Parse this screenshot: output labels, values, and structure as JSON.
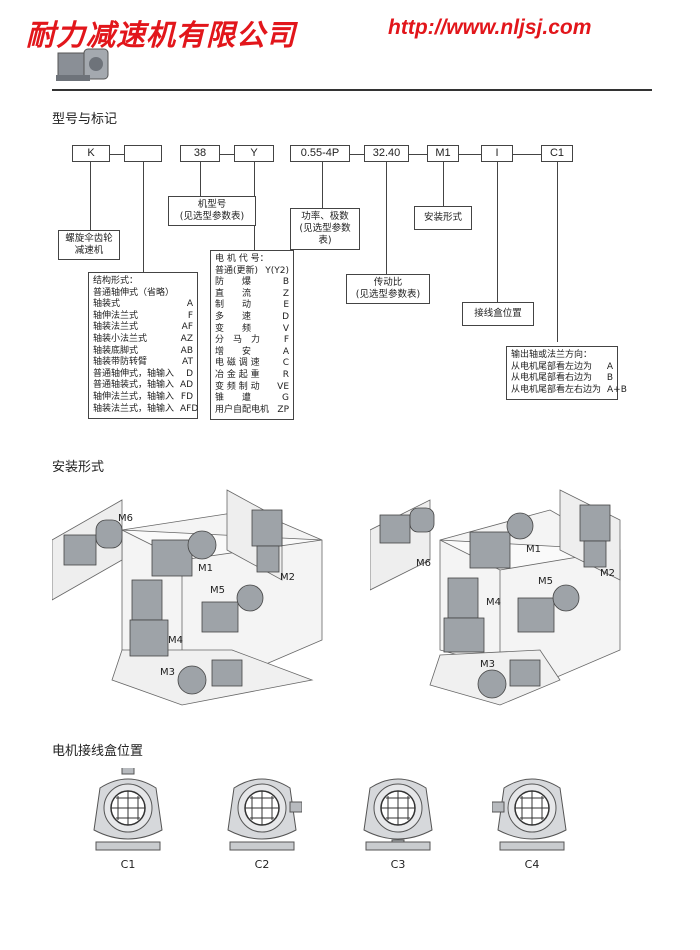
{
  "header": {
    "brand": "耐力减速机有限公司",
    "url": "http://www.nljsj.com",
    "logo_icon": "gear-reducer-icon",
    "brand_color": "#e2161b"
  },
  "section1": {
    "title": "型号与标记",
    "codes": [
      "K",
      "",
      "38",
      "Y",
      "0.55-4P",
      "32.40",
      "M1",
      "I",
      "C1"
    ],
    "labels": {
      "gear": [
        "螺旋伞齿轮",
        "减速机"
      ],
      "frame": [
        "机型号",
        "(见选型参数表)"
      ],
      "power": [
        "功率、极数",
        "(见选型参数表)"
      ],
      "ratio": [
        "传动比",
        "(见选型参数表)"
      ],
      "mount": "安装形式",
      "box": "接线盒位置"
    },
    "structure": {
      "title": "结构形式：",
      "items": [
        {
          "k": "普通轴伸式（省略）",
          "v": ""
        },
        {
          "k": "轴装式",
          "v": "A"
        },
        {
          "k": "轴伸法兰式",
          "v": "F"
        },
        {
          "k": "轴装法兰式",
          "v": "AF"
        },
        {
          "k": "轴装小法兰式",
          "v": "AZ"
        },
        {
          "k": "轴装底脚式",
          "v": "AB"
        },
        {
          "k": "轴装带防转臂",
          "v": "AT"
        },
        {
          "k": "普通轴伸式，轴输入",
          "v": "D"
        },
        {
          "k": "普通轴装式，轴输入",
          "v": "AD"
        },
        {
          "k": "轴伸法兰式，轴输入",
          "v": "FD"
        },
        {
          "k": "轴装法兰式，轴输入",
          "v": "AFD"
        }
      ]
    },
    "motor": {
      "title": "电 机 代 号：",
      "items": [
        {
          "k": "普通(更新)",
          "v": "Y(Y2)"
        },
        {
          "k": "防　　爆",
          "v": "B"
        },
        {
          "k": "直　　流",
          "v": "Z"
        },
        {
          "k": "制　　动",
          "v": "E"
        },
        {
          "k": "多　　速",
          "v": "D"
        },
        {
          "k": "变　　频",
          "v": "V"
        },
        {
          "k": "分　马　力",
          "v": "F"
        },
        {
          "k": "增　　安",
          "v": "A"
        },
        {
          "k": "电 磁 调 速",
          "v": "C"
        },
        {
          "k": "冶 金 起 重",
          "v": "R"
        },
        {
          "k": "变 频 制 动",
          "v": "VE"
        },
        {
          "k": "锥　　遭",
          "v": "G"
        },
        {
          "k": "用户自配电机",
          "v": "ZP"
        }
      ]
    },
    "output": {
      "title": "输出轴或法兰方向：",
      "items": [
        {
          "k": "从电机尾部看左边为",
          "v": "A"
        },
        {
          "k": "从电机尾部看右边为",
          "v": "B"
        },
        {
          "k": "从电机尾部看左右边为",
          "v": "A+B"
        }
      ]
    }
  },
  "section2": {
    "title": "安装形式",
    "left_labels": [
      "M6",
      "M1",
      "M2",
      "M5",
      "M4",
      "M3"
    ],
    "right_labels": [
      "M6",
      "M1",
      "M2",
      "M5",
      "M4",
      "M3"
    ]
  },
  "section3": {
    "title": "电机接线盒位置",
    "labels": [
      "C1",
      "C2",
      "C3",
      "C4"
    ]
  }
}
